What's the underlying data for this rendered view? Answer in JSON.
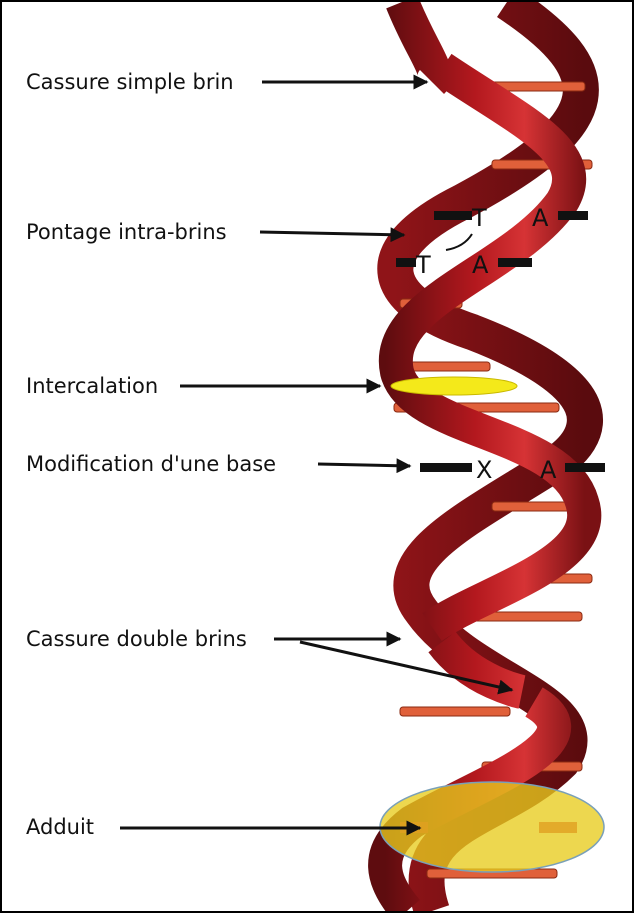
{
  "labels": {
    "single_break": "Cassure simple brin",
    "intra_crosslink": "Pontage  intra-brins",
    "intercalation": "Intercalation",
    "base_modification": "Modification d'une base",
    "double_break": "Cassure double brins",
    "adduct": "Adduit"
  },
  "bases": {
    "crosslink_top_left": "T",
    "crosslink_top_right": "A",
    "crosslink_bottom_left": "T",
    "crosslink_bottom_right": "A",
    "modified_left": "X",
    "modified_right": "A"
  },
  "colors": {
    "strand_dark": "#6e0f12",
    "strand_mid": "#b3181e",
    "strand_light": "#d9383a",
    "rung": "#e0603a",
    "intercalator": "#f4e91a",
    "adduct": "#e8cc1e",
    "arrow": "#111111"
  }
}
